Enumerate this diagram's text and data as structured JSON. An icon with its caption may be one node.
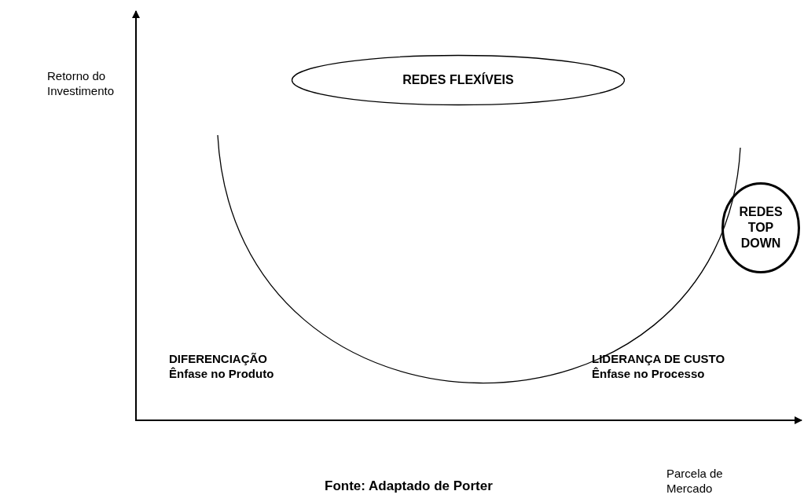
{
  "diagram": {
    "nodes": [
      {
        "text": [
          "REDES FLEXÍVEIS"
        ]
      },
      {
        "text": [
          "REDES TOP DOWN"
        ]
      }
    ],
    "labels": [
      "Retorno do Investimento",
      "DIFERENCIAÇÃO",
      "Ênfase no Produto",
      "LIDERANÇA DE CUSTO",
      "Ênfase no Processo",
      "Parcela de Mercado",
      "Fonte: Adaptado de Porter"
    ]
  }
}
